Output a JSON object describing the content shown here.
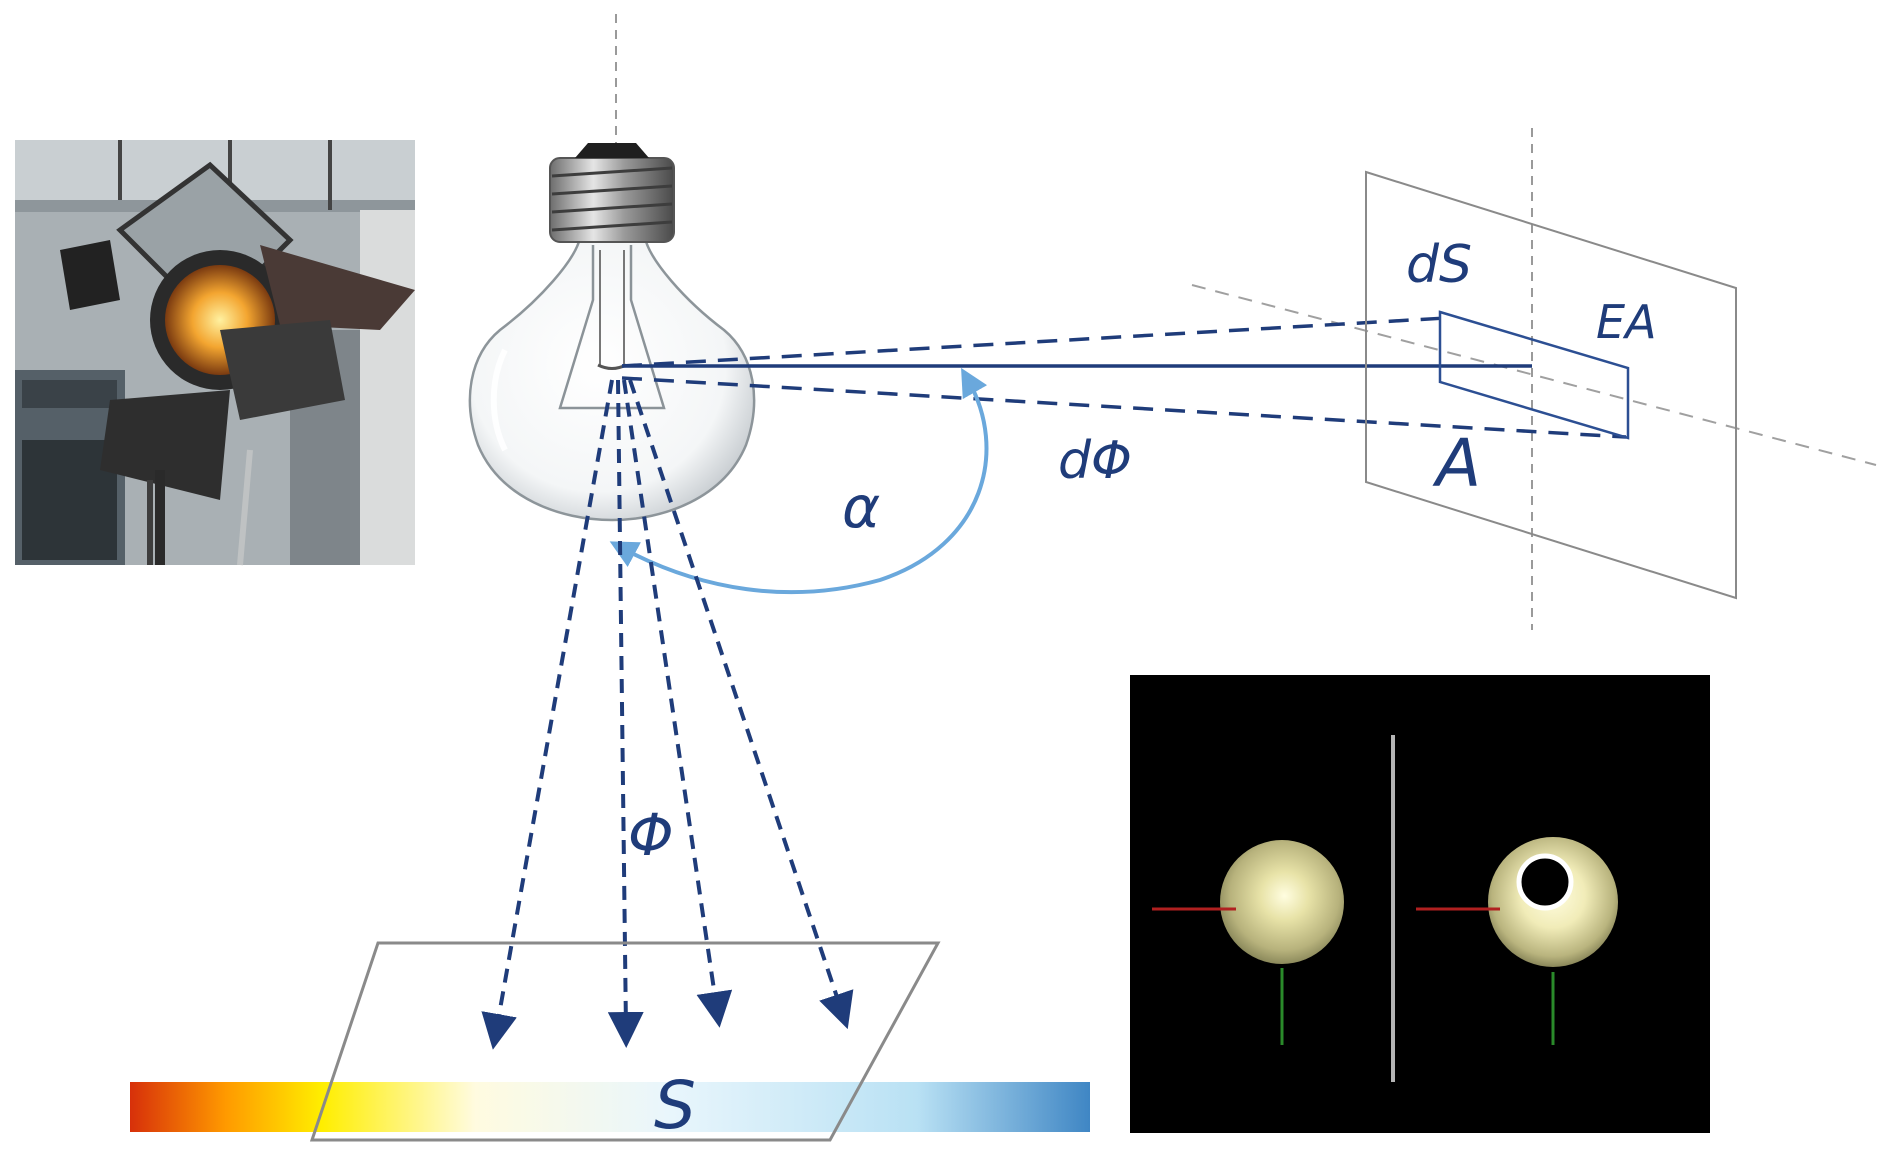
{
  "labels": {
    "dS": "dS",
    "EA": "EA",
    "A": "A",
    "dPhi": "dΦ",
    "alpha": "α",
    "Phi": "Φ",
    "S": "S"
  },
  "icons": {
    "spotlight": "stage-spotlight-photo",
    "bulb": "incandescent-light-bulb",
    "inset": "light-spot-measurement-image"
  },
  "colors": {
    "ray": "#1f3c7a",
    "arc": "#6aa8dc",
    "guide": "#9a9a9a",
    "plane": "#8a8a8a",
    "inset_bg": "#000000",
    "gradient": [
      "#d7300a",
      "#ffee00",
      "#fffbe0",
      "#dff2fb",
      "#3f86c4"
    ]
  }
}
